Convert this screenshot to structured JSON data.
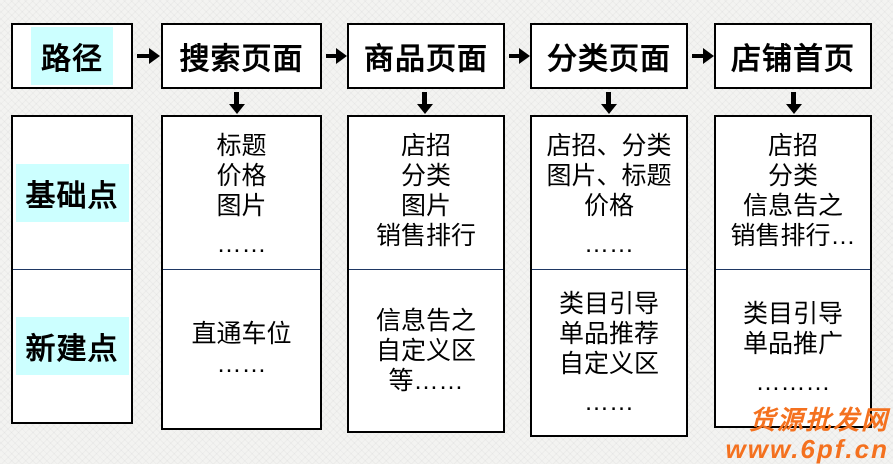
{
  "flow": {
    "path_label": "路径",
    "pages": [
      {
        "title": "搜索页面"
      },
      {
        "title": "商品页面"
      },
      {
        "title": "分类页面"
      },
      {
        "title": "店铺首页"
      }
    ]
  },
  "row_labels": {
    "base": "基础点",
    "new": "新建点"
  },
  "columns": [
    {
      "page": "搜索页面",
      "base": [
        "标题",
        "价格",
        "图片",
        "……"
      ],
      "new": [
        "直通车位",
        "……"
      ]
    },
    {
      "page": "商品页面",
      "base": [
        "店招",
        "分类",
        "图片",
        "销售排行"
      ],
      "new": [
        "信息告之",
        "自定义区",
        "等……"
      ]
    },
    {
      "page": "分类页面",
      "base": [
        "店招、分类",
        "图片、标题",
        "价格",
        "……"
      ],
      "new": [
        "类目引导",
        "单品推荐",
        "自定义区",
        "……"
      ]
    },
    {
      "page": "店铺首页",
      "base": [
        "店招",
        "分类",
        "信息告之",
        "销售排行…"
      ],
      "new": [
        "类目引导",
        "单品推广",
        "………"
      ]
    }
  ],
  "watermark": {
    "site_name": "货源批发网",
    "site_url": "www.6pf.cn"
  },
  "colors": {
    "highlight": "#ccffff",
    "divider": "#1f3864",
    "border": "#000000",
    "watermark": "#f4711f",
    "background": "#f3f3f1"
  }
}
